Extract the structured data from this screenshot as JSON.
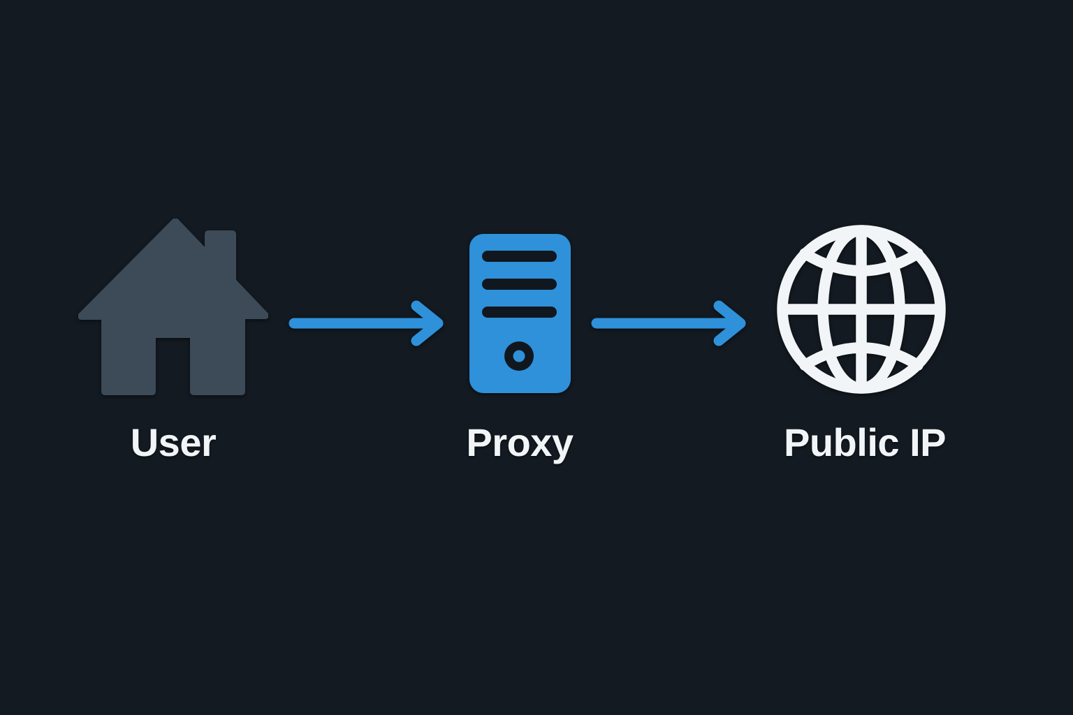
{
  "diagram": {
    "type": "flow",
    "background_color": "#131a21",
    "accent_color": "#2e91da",
    "label_color": "#f2f5f7",
    "icon_slot_color": "#11171e",
    "nodes": [
      {
        "label": "User",
        "icon": "home-icon",
        "icon_color": "#3d4a57"
      },
      {
        "label": "Proxy",
        "icon": "server-icon",
        "icon_color": "#2e91da"
      },
      {
        "label": "Public IP",
        "icon": "globe-icon",
        "icon_color": "#f2f5f7"
      }
    ],
    "arrows": [
      {
        "from": "User",
        "to": "Proxy",
        "direction": "right"
      },
      {
        "from": "Proxy",
        "to": "Public IP",
        "direction": "right"
      }
    ]
  }
}
